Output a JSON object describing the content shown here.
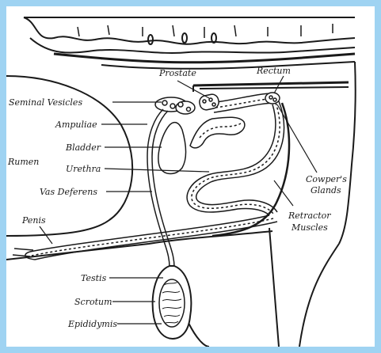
{
  "diagram": {
    "labels": {
      "prostate": "Prostate",
      "rectum": "Rectum",
      "seminal_vesicles": "Seminal Vesicles",
      "ampuliae": "Ampuliae",
      "bladder": "Bladder",
      "rumen": "Rumen",
      "urethra": "Urethra",
      "vas_deferens": "Vas Deferens",
      "penis": "Penis",
      "cowpers_line1": "Cowper's",
      "cowpers_line2": "Glands",
      "retractor_line1": "Retractor",
      "retractor_line2": "Muscles",
      "testis": "Testis",
      "scrotum": "Scrotum",
      "epididymis": "Epididymis"
    },
    "colors": {
      "background": "#9fd3f2",
      "panel": "#ffffff",
      "ink": "#1a1a1a"
    }
  }
}
